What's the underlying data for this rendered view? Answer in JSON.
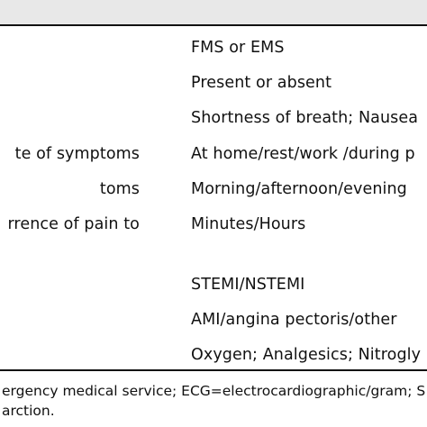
{
  "table": {
    "rows": [
      {
        "left": "",
        "right": "FMS or EMS"
      },
      {
        "left": "",
        "right": "Present or absent"
      },
      {
        "left": "",
        "right": "Shortness of breath; Nausea"
      },
      {
        "left": "te of symptoms",
        "right": "At home/rest/work /during p"
      },
      {
        "left": "toms",
        "right": "Morning/afternoon/evening"
      },
      {
        "left": "rrence of pain to",
        "right": "Minutes/Hours"
      },
      {
        "left": "",
        "right": ""
      },
      {
        "left": "",
        "right": "STEMI/NSTEMI"
      },
      {
        "left": "",
        "right": "AMI/angina pectoris/other"
      },
      {
        "left": "",
        "right": "Oxygen; Analgesics; Nitrogly"
      }
    ]
  },
  "footnote": {
    "line1": "ergency medical service; ECG=electrocardiographic/gram; S",
    "line2": "arction."
  }
}
